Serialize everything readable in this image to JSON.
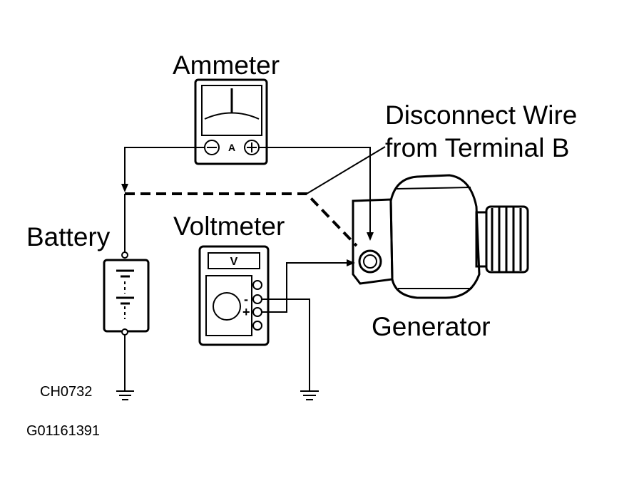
{
  "labels": {
    "ammeter": "Ammeter",
    "ammeter_unit": "A",
    "disconnect_line1": "Disconnect  Wire",
    "disconnect_line2": "from Terminal B",
    "battery": "Battery",
    "voltmeter": "Voltmeter",
    "voltmeter_unit": "V",
    "generator": "Generator",
    "code_ch": "CH0732",
    "code_g": "G01161391",
    "voltmeter_minus": "-",
    "voltmeter_plus": "+"
  }
}
